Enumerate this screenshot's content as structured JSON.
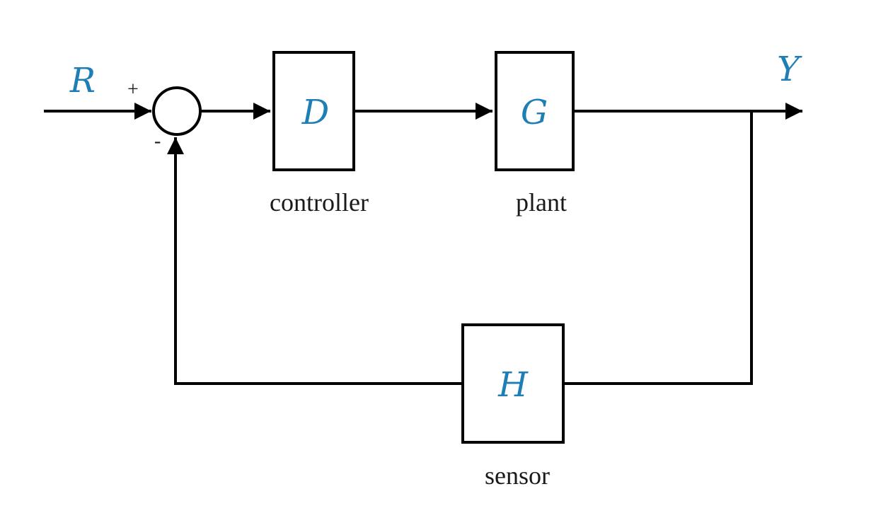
{
  "colors": {
    "symbol": "#1f7fb5",
    "line": "#000000",
    "text": "#1a1a1a"
  },
  "signals": {
    "input": "R",
    "output": "Y"
  },
  "summing_junction": {
    "plus_sign": "+",
    "minus_sign": "-"
  },
  "blocks": {
    "controller": {
      "symbol": "D",
      "label": "controller"
    },
    "plant": {
      "symbol": "G",
      "label": "plant"
    },
    "sensor": {
      "symbol": "H",
      "label": "sensor"
    }
  }
}
